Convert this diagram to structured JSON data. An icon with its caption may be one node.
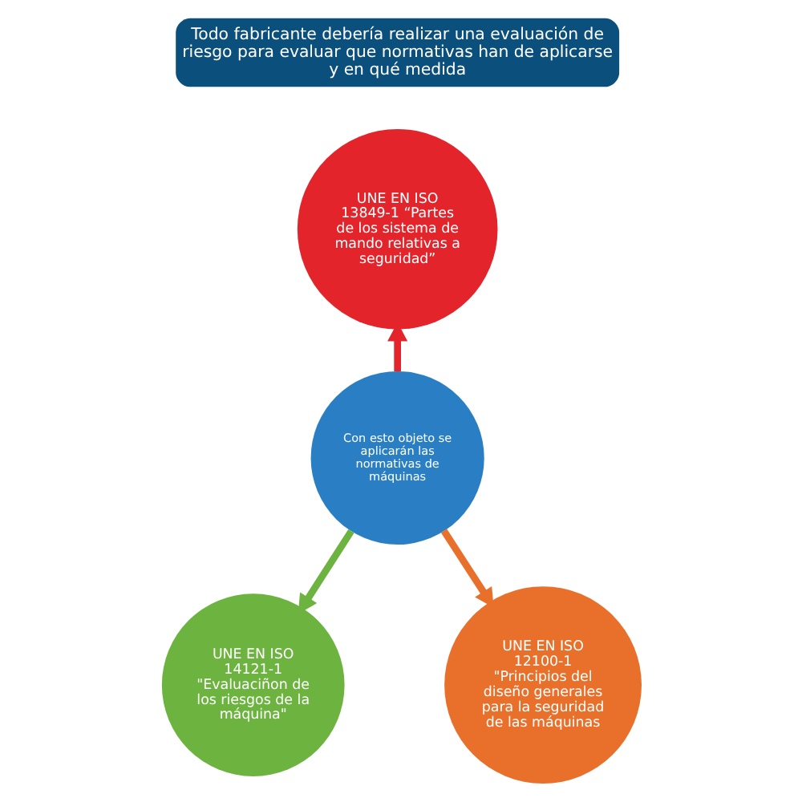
{
  "diagram": {
    "nodes": [
      {
        "text": [
          "Todo fabricante debería realizar una evaluación de riesgo para evaluar que normativas han de aplicarse y en qué medida"
        ]
      },
      {
        "text": [
          "UNE EN ISO 13849-1 “Partes de los sistema de mando relativas a seguridad”"
        ]
      },
      {
        "text": [
          "Con esto objeto se aplicarán las normativas de máquinas"
        ]
      },
      {
        "text": [
          "UNE EN ISO 14121-1 \"Evaluaciñon de los riesgos de la máquina\""
        ]
      },
      {
        "text": [
          "UNE EN ISO 12100-1 \"Principios del diseño generales para la seguridad de las máquinas"
        ]
      }
    ],
    "edges": [
      {
        "from": 2,
        "to": 1,
        "arrow": "to",
        "color": "#e3242b"
      },
      {
        "from": 2,
        "to": 3,
        "arrow": "to",
        "color": "#6cb33f"
      },
      {
        "from": 2,
        "to": 4,
        "arrow": "to",
        "color": "#e8702a"
      }
    ]
  }
}
